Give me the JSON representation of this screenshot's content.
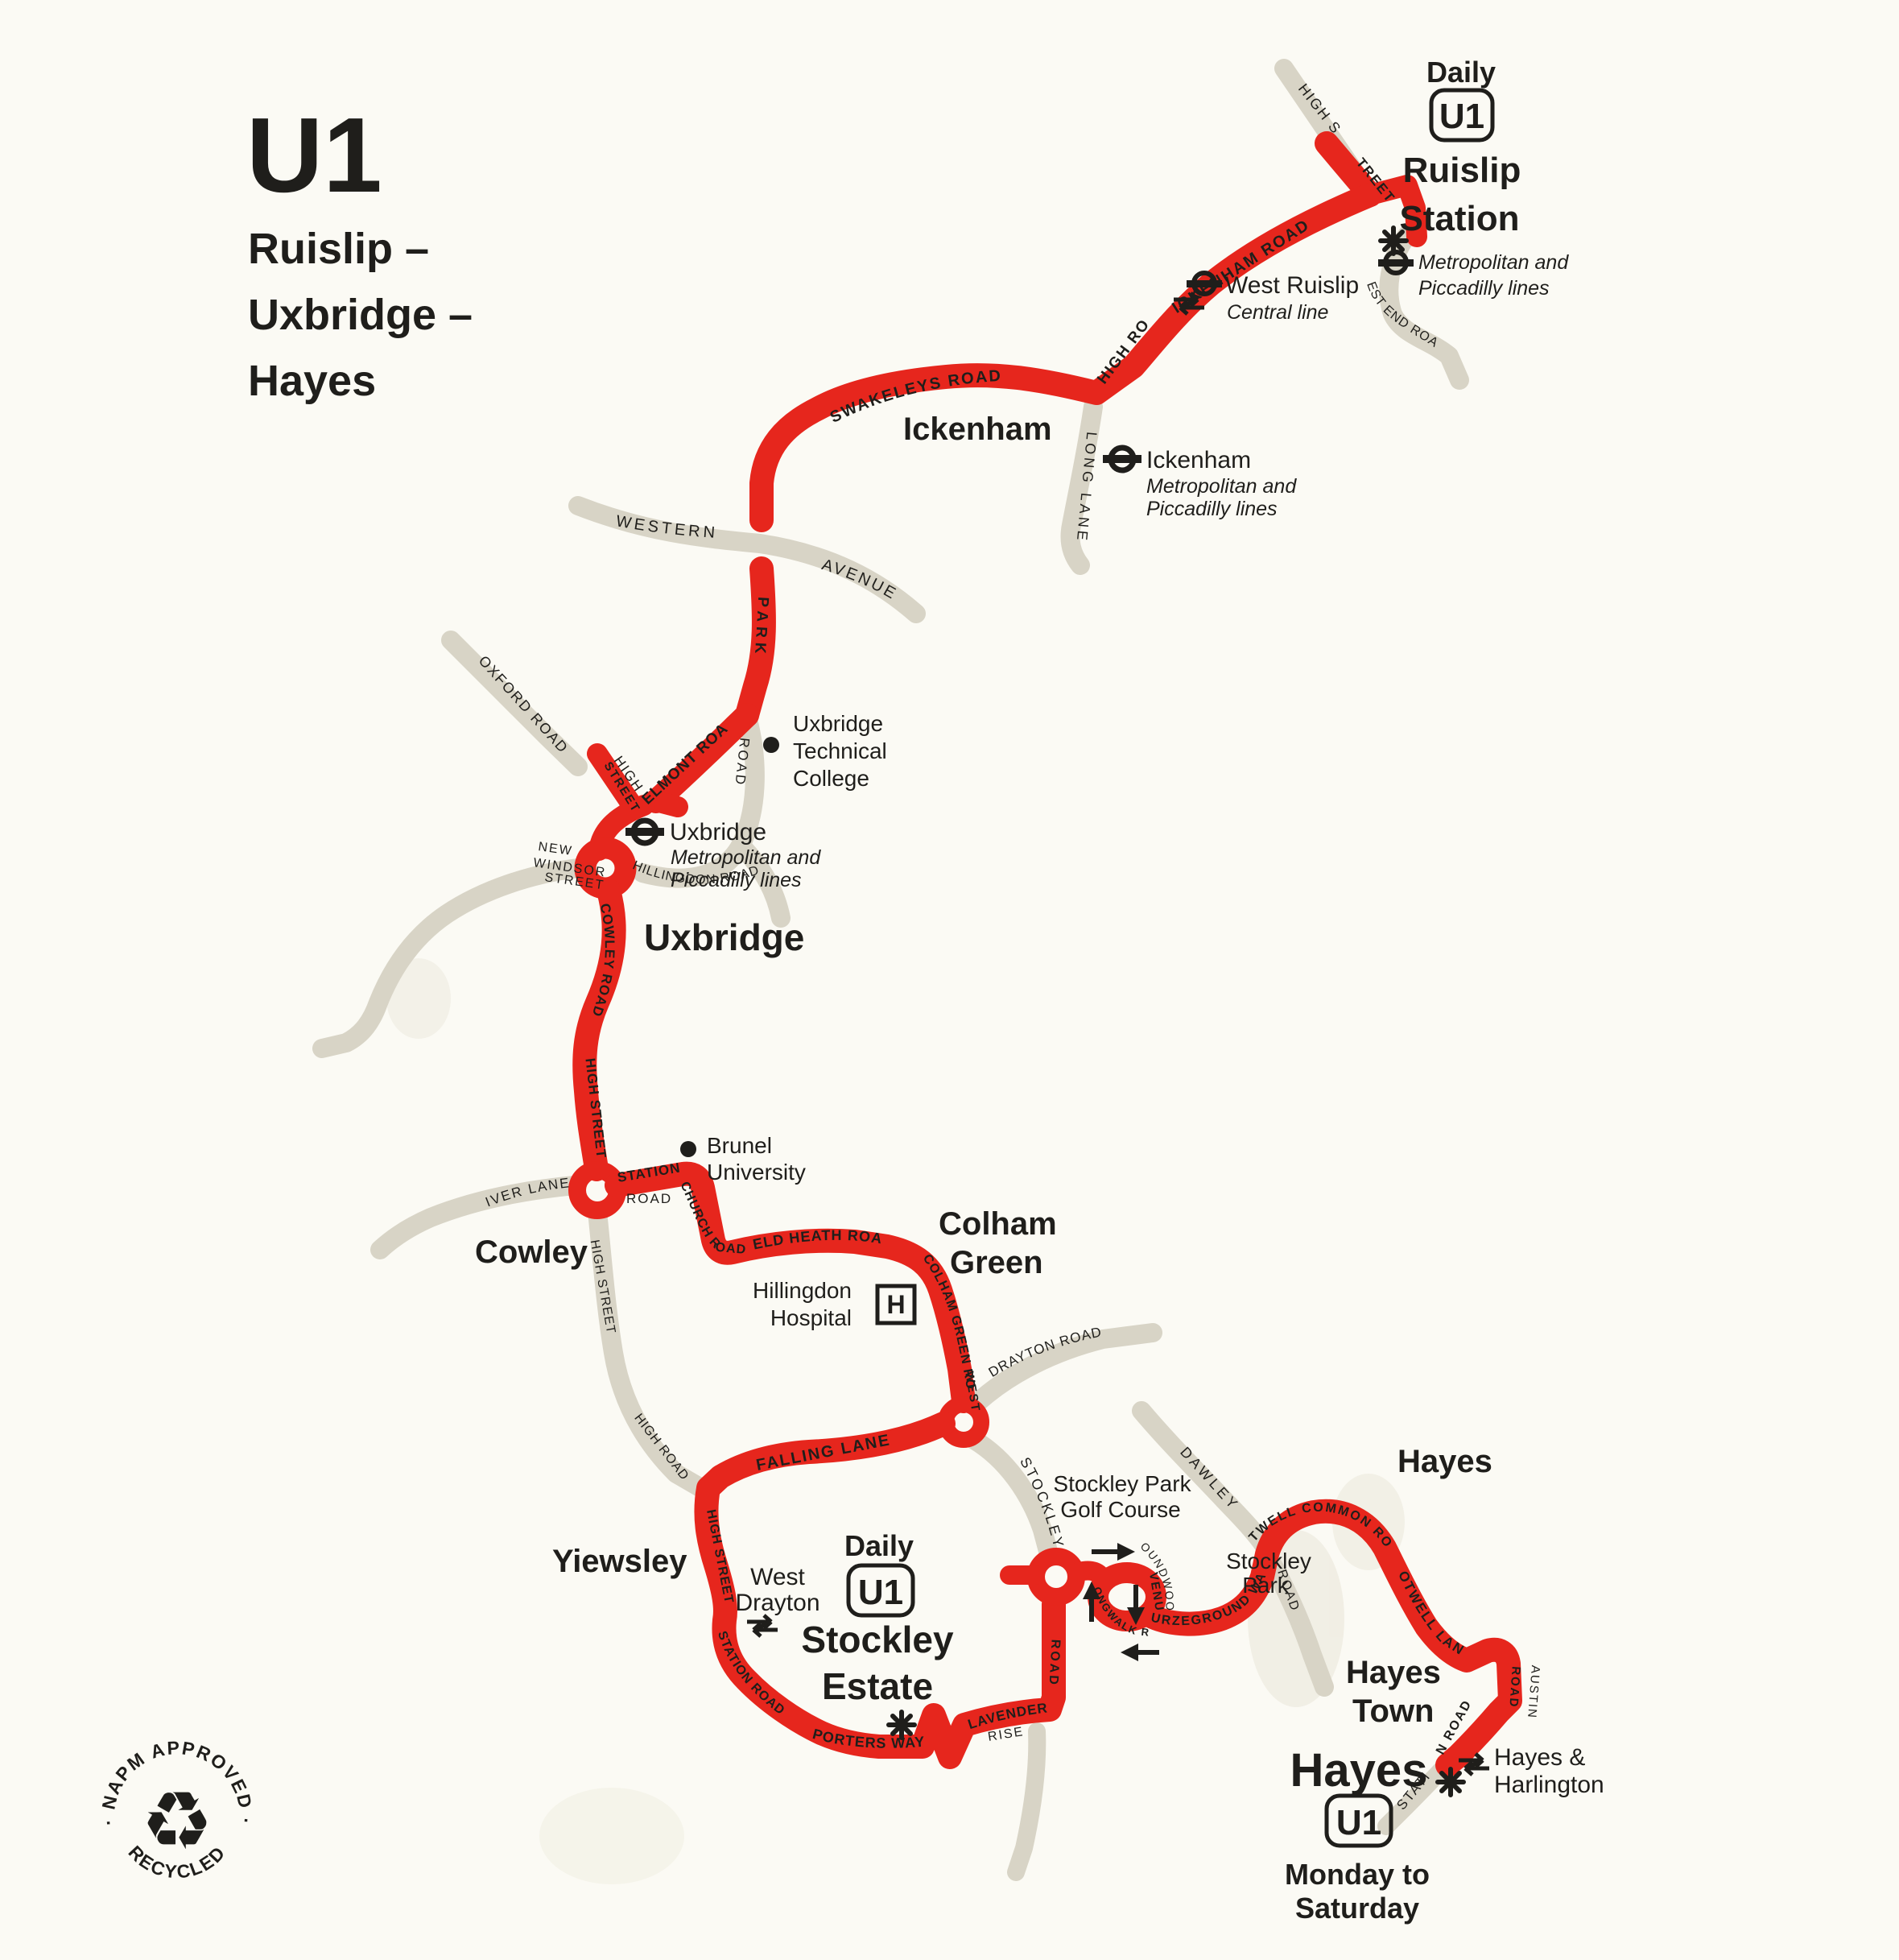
{
  "colors": {
    "route_red": "#e6261d",
    "road_grey": "#d8d4c6",
    "background": "#fbfaf4",
    "ink": "#1f1e1b"
  },
  "title": {
    "route_number": "U1",
    "destination_line1": "Ruislip –",
    "destination_line2": "Uxbridge –",
    "destination_line3": "Hayes"
  },
  "north_terminus": {
    "frequency": "Daily",
    "route_badge": "U1",
    "name_line1": "Ruislip",
    "name_line2": "Station",
    "note_line1": "Metropolitan and",
    "note_line2": "Piccadilly lines"
  },
  "south_terminus": {
    "name": "Hayes",
    "route_badge": "U1",
    "frequency_line1": "Monday to",
    "frequency_line2": "Saturday"
  },
  "stockley_callout": {
    "frequency": "Daily",
    "route_badge": "U1",
    "name_line1": "Stockley",
    "name_line2": "Estate"
  },
  "stations": {
    "west_ruislip": {
      "name": "West Ruislip",
      "note": "Central line"
    },
    "ickenham": {
      "name": "Ickenham",
      "note_line1": "Metropolitan and",
      "note_line2": "Piccadilly lines"
    },
    "uxbridge": {
      "name": "Uxbridge",
      "note_line1": "Metropolitan and",
      "note_line2": "Piccadilly lines"
    },
    "west_drayton": {
      "name_line1": "West",
      "name_line2": "Drayton"
    },
    "hayes_harlington": {
      "name_line1": "Hayes &",
      "name_line2": "Harlington"
    }
  },
  "places": {
    "ickenham": "Ickenham",
    "uxbridge": "Uxbridge",
    "cowley": "Cowley",
    "colham_green_line1": "Colham",
    "colham_green_line2": "Green",
    "yiewsley": "Yiewsley",
    "hayes": "Hayes",
    "hayes_town_line1": "Hayes",
    "hayes_town_line2": "Town"
  },
  "pois": {
    "uxbridge_technical_college": {
      "line1": "Uxbridge",
      "line2": "Technical",
      "line3": "College"
    },
    "brunel_university": {
      "line1": "Brunel",
      "line2": "University"
    },
    "hillingdon_hospital": {
      "line1": "Hillingdon",
      "line2": "Hospital",
      "symbol": "H"
    },
    "stockley_golf": {
      "line1": "Stockley Park",
      "line2": "Golf Course"
    },
    "stockley_park": {
      "line1": "Stockley",
      "line2": "Park"
    }
  },
  "red_roads": {
    "high_street_ruislip_part": "TREET",
    "ickenham_road": "ICKENHAM ROAD",
    "high_road": "HIGH ROAD",
    "swakeleys_road": "SWAKELEYS ROAD",
    "park": "PARK",
    "belmont_road": "BELMONT ROAD",
    "high_street_uxbridge_part": "STREET",
    "cowley_road": "COWLEY ROAD",
    "high_street_cowley": "HIGH STREET",
    "station": "STATION",
    "church_road": "CHURCH ROAD",
    "pield_heath_road": "PIELD HEATH ROAD",
    "colham_green_road": "COLHAM GREEN ROAD",
    "west": "WEST",
    "falling_lane": "FALLING LANE",
    "high_street_yiewsley": "HIGH STREET",
    "station_road_yiewsley": "STATION ROAD",
    "porters_way": "PORTERS WAY",
    "lavender": "LAVENDER",
    "road_stockley": "ROAD",
    "avenue": "AVENUE",
    "longwalk_rd": "LONGWALK RD.",
    "furzeground_way": "FURZEGROUND WAY",
    "botwell_common_road": "BOTWELL COMMON ROAD",
    "botwell_lane": "BOTWELL LANE",
    "austin_road_part": "ROAD",
    "station_road_hayes_part": "N ROAD"
  },
  "grey_roads": {
    "high_street_ruislip_part": "HIGH S",
    "west_end_road": "WEST END ROAD",
    "long_lane": "LONG LANE",
    "western": "WESTERN",
    "avenue": "AVENUE",
    "oxford_road": "OXFORD ROAD",
    "high": "HIGH",
    "new": "NEW",
    "windsor": "WINDSOR",
    "street": "STREET",
    "hillingdon_road": "HILLINGDON ROAD",
    "road_park": "ROAD",
    "road_station_cowley": "ROAD",
    "iver_lane": "IVER LANE",
    "high_street_south": "HIGH STREET",
    "high_road_yiewsley": "HIGH ROAD",
    "drayton_road": "DRAYTON ROAD",
    "stockley": "STOCKLEY",
    "dawley": "DAWLEY",
    "road_dawley": "ROAD",
    "roundwood": "ROUNDWOOD",
    "austin": "AUSTIN",
    "stati": "STATI",
    "rise": "RISE"
  },
  "icons": {
    "hospital_letter": "H",
    "recycle_glyph": "♻"
  },
  "logo": {
    "arc_text": "· NAPM APPROVED ·",
    "bottom_text": "RECYCLED"
  }
}
